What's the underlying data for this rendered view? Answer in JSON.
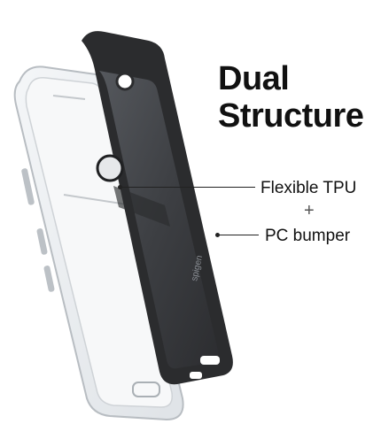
{
  "headline": {
    "line1": "Dual",
    "line2": "Structure"
  },
  "callouts": {
    "tpu": "Flexible TPU",
    "plus": "+",
    "pc": "PC bumper"
  },
  "product": {
    "brand_mark": "spigen"
  },
  "colors": {
    "text": "#111111",
    "bumper": "#2b2c2e",
    "plate": "#3d3f43",
    "clear_case": "#e9ecef"
  }
}
